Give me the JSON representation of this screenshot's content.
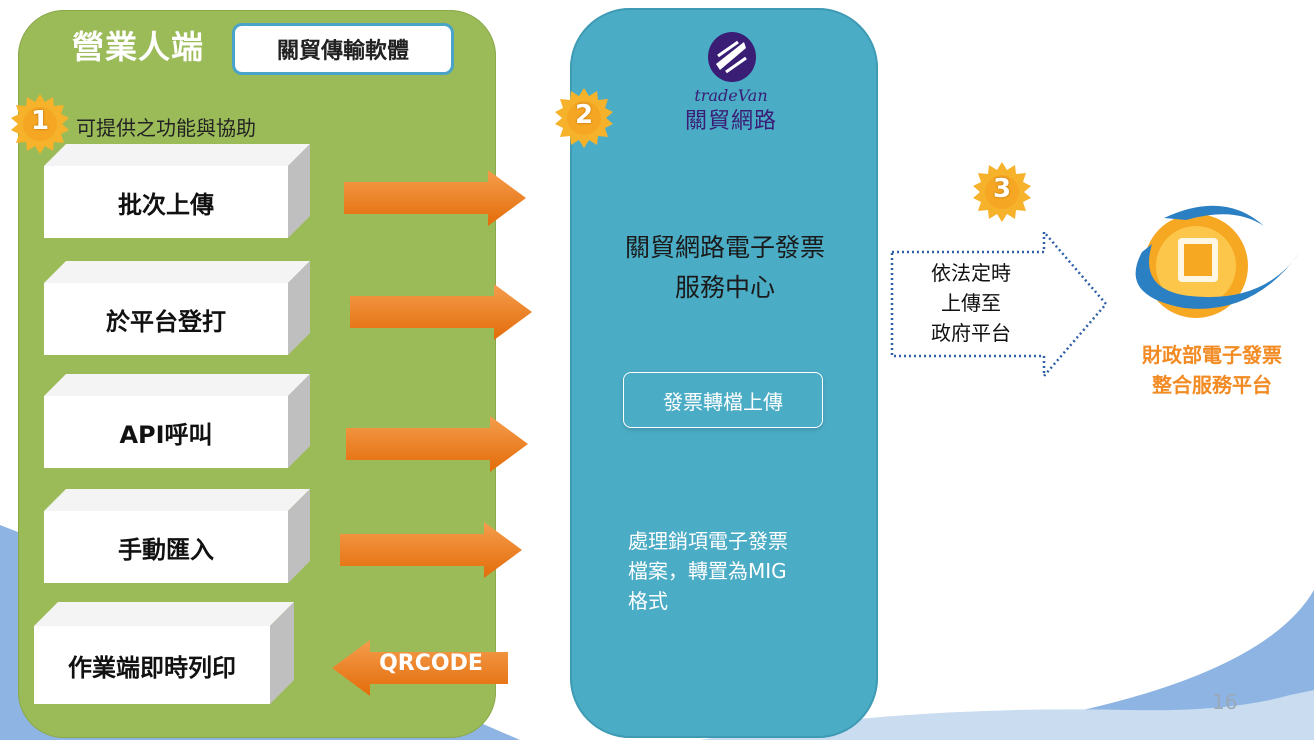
{
  "merchant": {
    "title": "營業人端",
    "software_label": "關貿傳輸軟體",
    "functions_title": "可提供之功能與協助",
    "functions": [
      "批次上傳",
      "於平台登打",
      "API呼叫",
      "手動匯入",
      "作業端即時列印"
    ],
    "qrcode_label": "QRCODE"
  },
  "steps": [
    "1",
    "2",
    "3"
  ],
  "tradevan": {
    "brand_en": "tradeVan",
    "brand_cn": "關貿網路",
    "service_center": [
      "關貿網路電子發票",
      "服務中心"
    ],
    "convert_button": "發票轉檔上傳",
    "process_text": [
      "處理銷項電子發票",
      "檔案，轉置為MIG",
      "格式"
    ]
  },
  "government": {
    "upload_note": [
      "依法定時",
      "上傳至",
      "政府平台"
    ],
    "platform_name": [
      "財政部電子發票",
      "整合服務平台"
    ]
  },
  "page_number": "16",
  "colors": {
    "green_panel": "#9bbb59",
    "teal_panel": "#4bacc6",
    "arrow_orange": "#e36c09",
    "badge_gold": "#f7b22b",
    "platform_orange": "#f28b24",
    "background_blue": "#8db4e2"
  }
}
